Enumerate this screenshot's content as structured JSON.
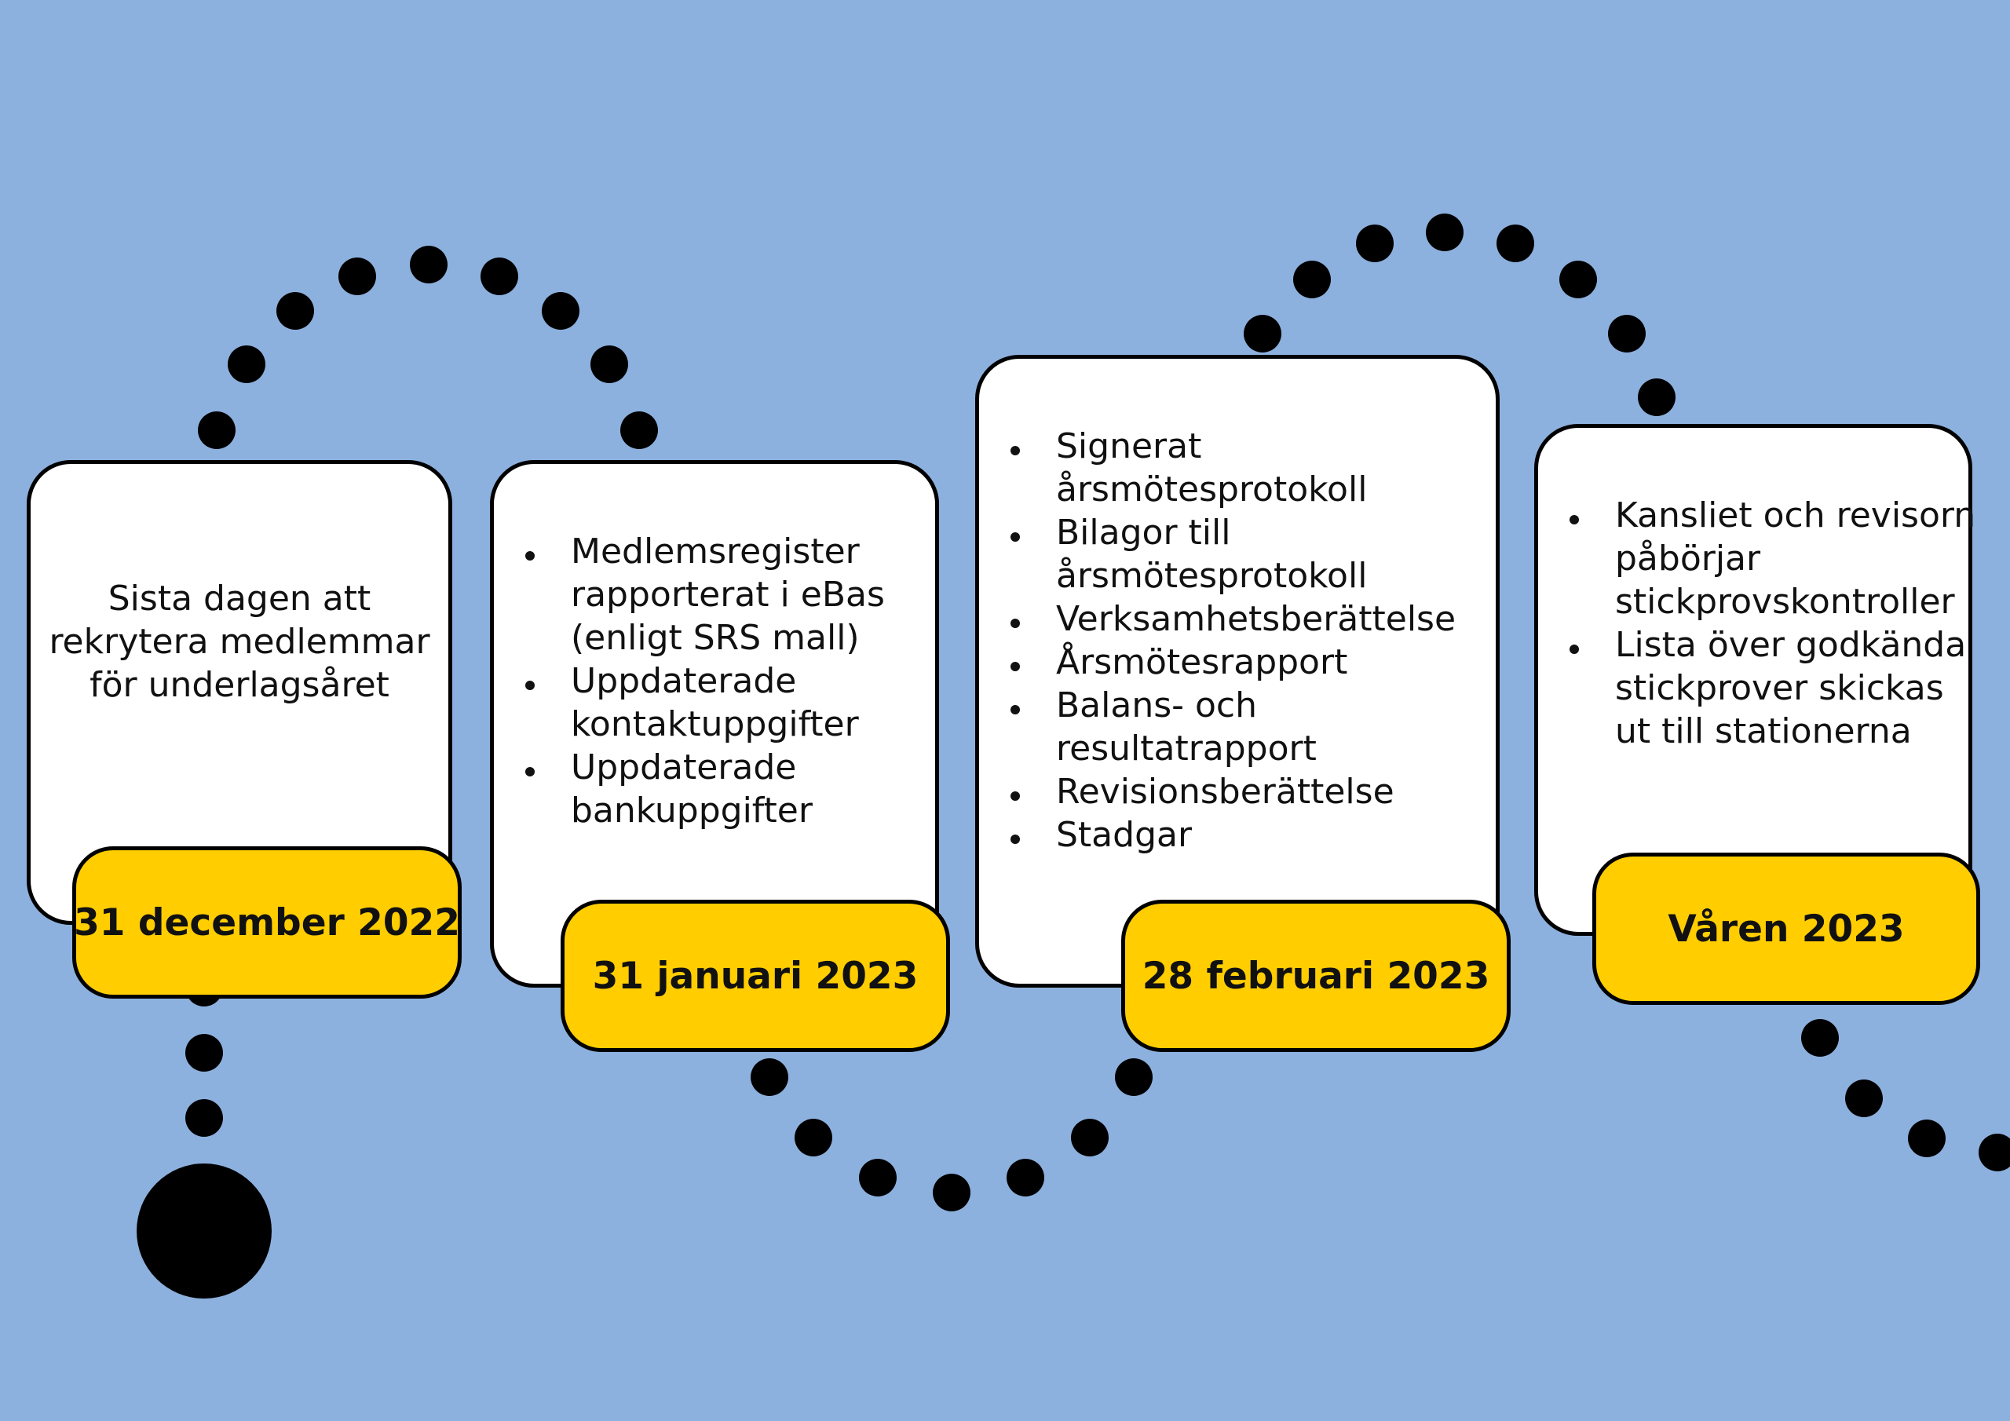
{
  "colors": {
    "background": "#8db1de",
    "card": "#ffffff",
    "badge": "#ffcd00",
    "outline": "#000000",
    "dots": "#000000"
  },
  "milestones": [
    {
      "date": "31 december 2022",
      "text": "Sista dagen att rekrytera medlemmar för underlagsåret"
    },
    {
      "date": "31 januari 2023",
      "items": [
        "Medlemsregister rapporterat i eBas (enligt SRS mall)",
        "Uppdaterade kontaktuppgifter",
        "Uppdaterade bankuppgifter"
      ]
    },
    {
      "date": "28 februari 2023",
      "items": [
        "Signerat årsmötesprotokoll",
        "Bilagor till årsmötesprotokoll",
        "Verksamhetsberättelse",
        "Årsmötesrapport",
        "Balans- och resultatrapport",
        "Revisionsberättelse",
        "Stadgar"
      ]
    },
    {
      "date": "Våren 2023",
      "items": [
        "Kansliet och revisorn påbörjar stickprovskontroller",
        "Lista över godkända stickprover skickas ut till stationerna"
      ]
    }
  ]
}
